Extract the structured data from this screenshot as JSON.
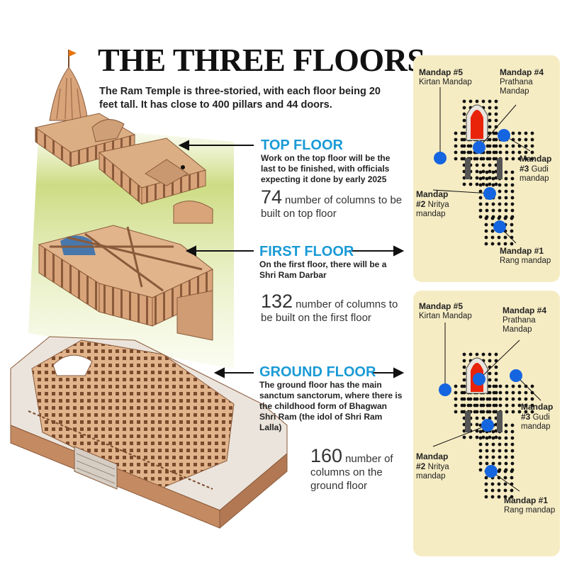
{
  "title": "THE THREE FLOORS",
  "intro": "The Ram Temple is three-storied, with each floor being 20 feet tall. It has close to 400 pillars and 44 doors.",
  "colors": {
    "heading": "#1a9ad6",
    "panel": "#f6ecc4",
    "mandap_dot": "#1565e0",
    "sanctum": "#e8230a",
    "stone": "#d9a47a"
  },
  "floors": [
    {
      "id": "top",
      "heading": "TOP FLOOR",
      "description": "Work on the top floor will be the last to be finished, with officials expecting it done by early 2025",
      "count": "74",
      "count_text": "number of columns to be built on top floor"
    },
    {
      "id": "first",
      "heading": "FIRST FLOOR",
      "description": "On the first floor, there will be a Shri Ram Darbar",
      "count": "132",
      "count_text": "number of columns to be built on the first floor"
    },
    {
      "id": "ground",
      "heading": "GROUND FLOOR",
      "description": "The ground floor has the main sanctum sanctorum, where there is the childhood form of Bhagwan Shri Ram (the idol of Shri Ram Lalla)",
      "count": "160",
      "count_text": "number of columns on the ground floor"
    }
  ],
  "mandaps": {
    "m5": {
      "num": "Mandap #5",
      "name": "Kirtan Mandap"
    },
    "m4": {
      "num": "Mandap #4",
      "name": "Prathana Mandap"
    },
    "m3": {
      "num": "Mandap",
      "num2": "#3",
      "name": "Gudi mandap"
    },
    "m2": {
      "num": "Mandap",
      "num2": "#2",
      "name": "Nritya mandap"
    },
    "m1": {
      "num": "Mandap #1",
      "name": "Rang mandap"
    }
  }
}
